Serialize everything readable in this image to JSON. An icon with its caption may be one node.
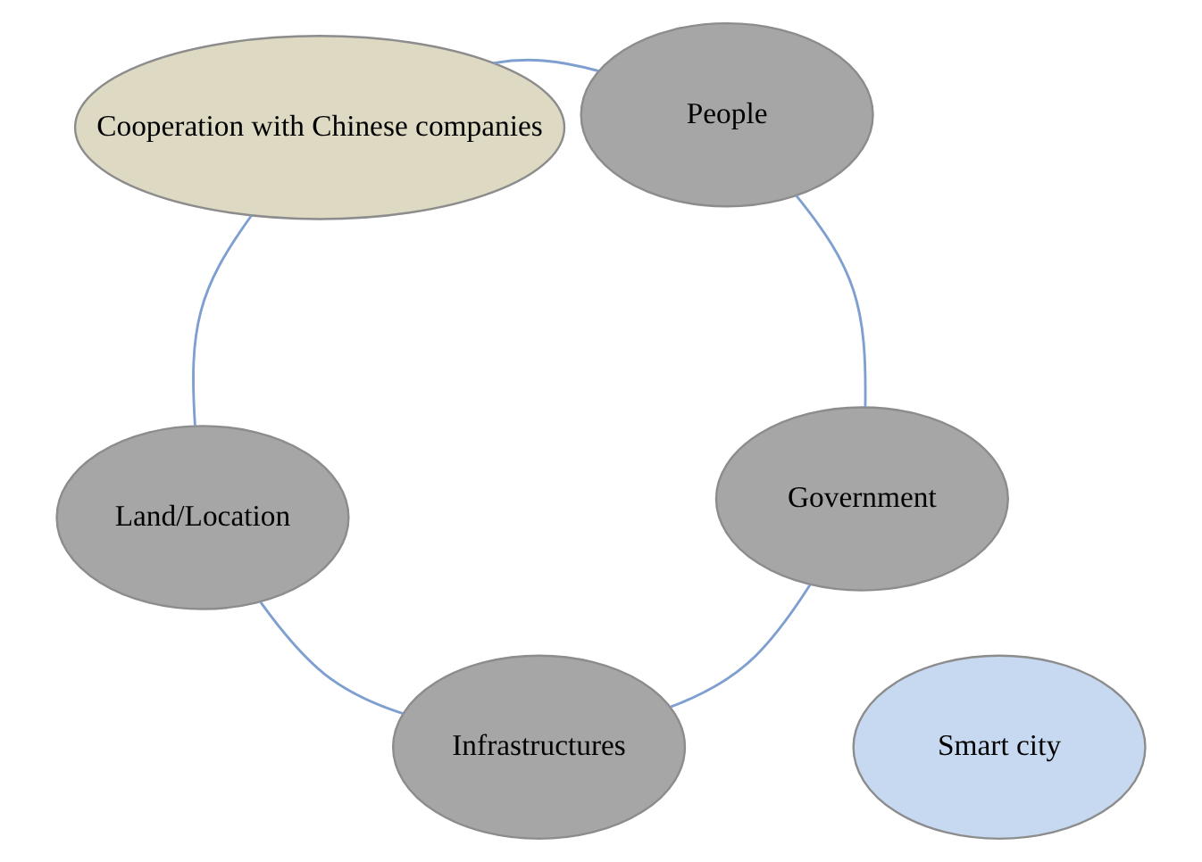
{
  "diagram": {
    "nodes": [
      {
        "text": [
          "Land/Location"
        ]
      },
      {
        "text": [
          "Cooperation with Chinese companies"
        ]
      },
      {
        "text": [
          "Smart city"
        ]
      },
      {
        "text": [
          "Infrastructures"
        ]
      },
      {
        "text": [
          "People"
        ]
      },
      {
        "text": [
          "Government"
        ]
      }
    ],
    "edges": [
      {
        "from": 0,
        "to": 3,
        "arrow": "none"
      },
      {
        "from": 3,
        "to": 5,
        "arrow": "none"
      },
      {
        "from": 5,
        "to": 4,
        "arrow": "none"
      },
      {
        "from": 4,
        "to": 1,
        "arrow": "none"
      },
      {
        "from": 1,
        "to": 0,
        "arrow": "none"
      }
    ]
  }
}
